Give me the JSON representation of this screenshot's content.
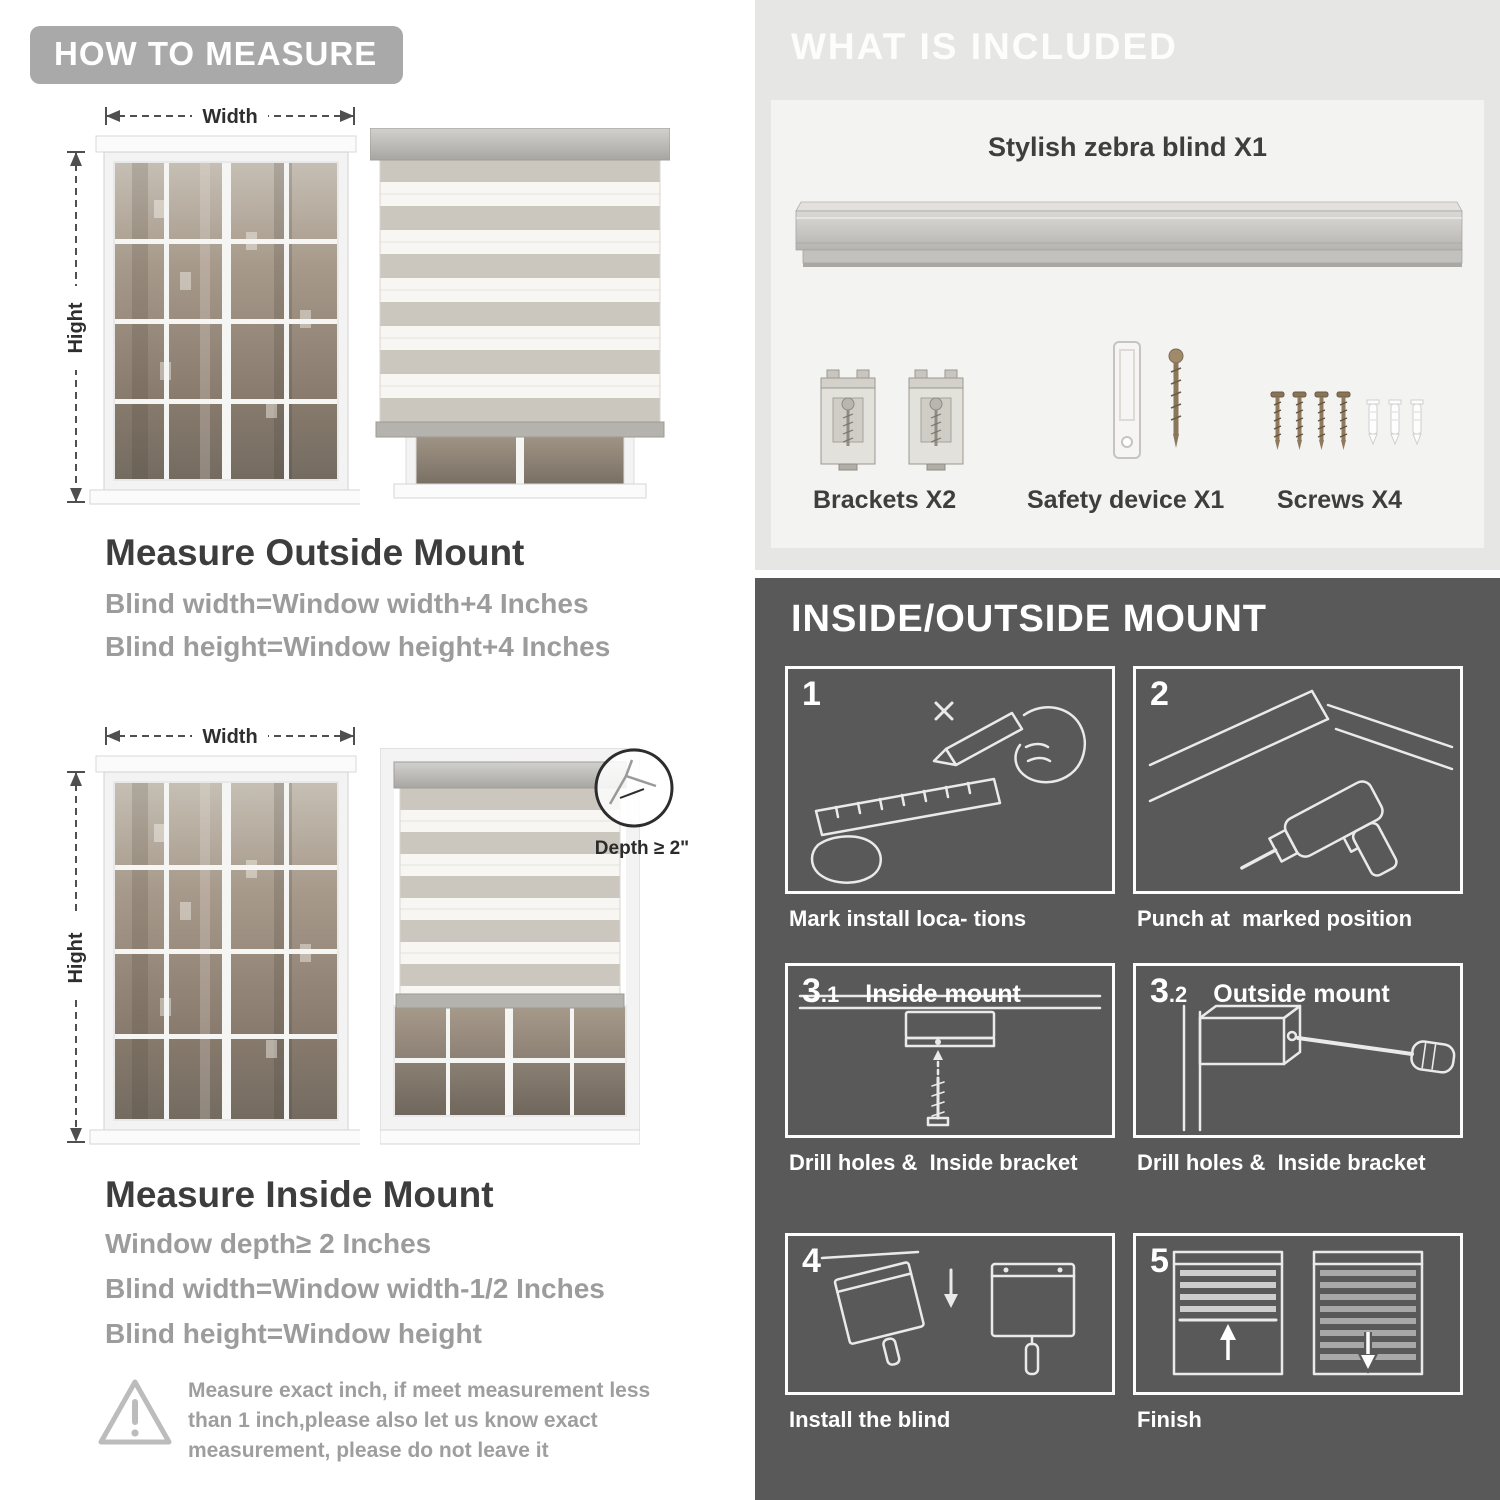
{
  "colors": {
    "badge_gray": "#a9a9a9",
    "panel_light": "#e6e6e5",
    "panel_dark": "#595959",
    "text_dark": "#3d3d3d",
    "text_gray": "#9c9c9c",
    "white": "#ffffff"
  },
  "icons": {
    "warning": "warning-triangle-icon",
    "depth_callout": "magnifier-circle-icon"
  },
  "left": {
    "header": "HOW TO MEASURE",
    "outside_mount": {
      "width_label": "Width",
      "height_label": "Hight",
      "title": "Measure Outside Mount",
      "lines": [
        "Blind width=Window width+4 Inches",
        "Blind height=Window height+4 Inches"
      ]
    },
    "inside_mount": {
      "width_label": "Width",
      "height_label": "Hight",
      "depth_label": "Depth ≥ 2\"",
      "title": "Measure Inside Mount",
      "lines": [
        "Window depth≥ 2 Inches",
        "Blind width=Window width-1/2 Inches",
        "Blind height=Window height"
      ]
    },
    "warning_note": "Measure exact inch, if meet measurement less\nthan 1 inch,please also let us know exact\nmeasurement, please do not leave it"
  },
  "right": {
    "included": {
      "header": "WHAT IS INCLUDED",
      "product_label": "Stylish zebra blind X1",
      "items": [
        {
          "label": "Brackets X2"
        },
        {
          "label": "Safety device X1"
        },
        {
          "label": "Screws X4"
        }
      ]
    },
    "mount_guide": {
      "header": "INSIDE/OUTSIDE MOUNT",
      "steps": [
        {
          "number": "1",
          "caption": "Mark install loca- tions"
        },
        {
          "number": "2",
          "caption": "Punch at  marked position"
        },
        {
          "number": "3",
          "suffix": ".1",
          "label": "Inside mount",
          "caption": "Drill holes &  Inside bracket"
        },
        {
          "number": "3",
          "suffix": ".2",
          "label": "Outside mount",
          "caption": "Drill holes &  Inside bracket"
        },
        {
          "number": "4",
          "caption": "Install the blind"
        },
        {
          "number": "5",
          "caption": "Finish"
        }
      ]
    }
  }
}
